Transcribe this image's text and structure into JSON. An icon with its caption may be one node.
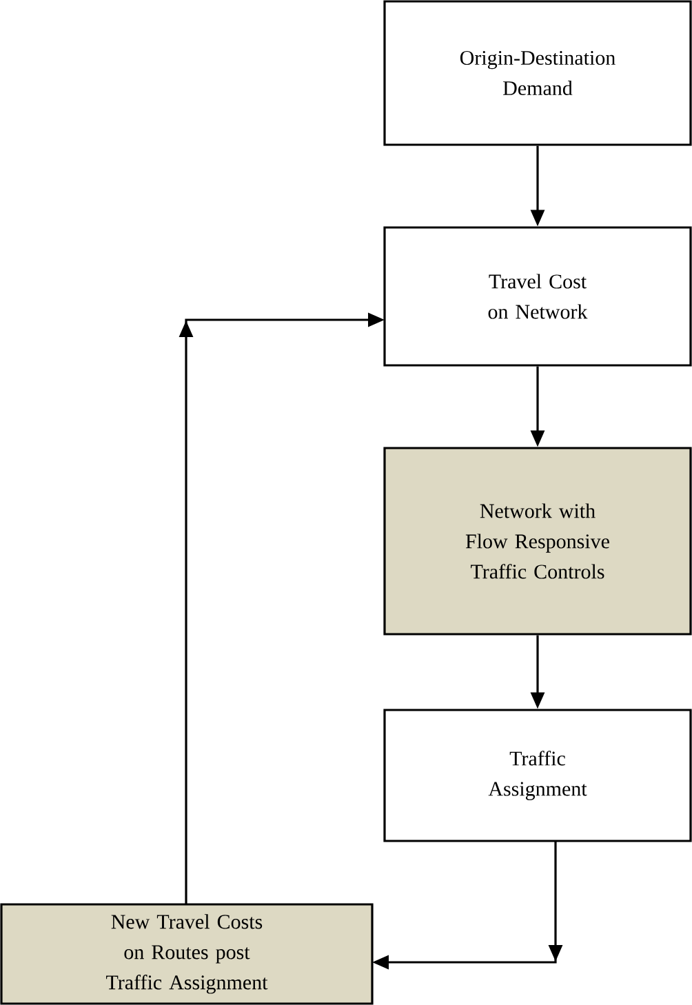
{
  "diagram": {
    "nodes": [
      {
        "text": [
          "Origin-Destination Demand"
        ]
      },
      {
        "text": [
          "Travel Cost on Network"
        ]
      },
      {
        "text": [
          "Network with Flow Responsive Traffic Controls"
        ]
      },
      {
        "text": [
          "Traffic Assignment"
        ]
      },
      {
        "text": [
          "New Travel Costs on Routes post Traffic Assignment"
        ]
      }
    ],
    "edges": [
      {
        "from": 0,
        "to": 1,
        "arrow": "to"
      },
      {
        "from": 1,
        "to": 2,
        "arrow": "to"
      },
      {
        "from": 2,
        "to": 3,
        "arrow": "to"
      },
      {
        "from": 3,
        "to": 4,
        "arrow": "to"
      },
      {
        "from": 4,
        "to": 1,
        "arrow": "to"
      }
    ]
  }
}
